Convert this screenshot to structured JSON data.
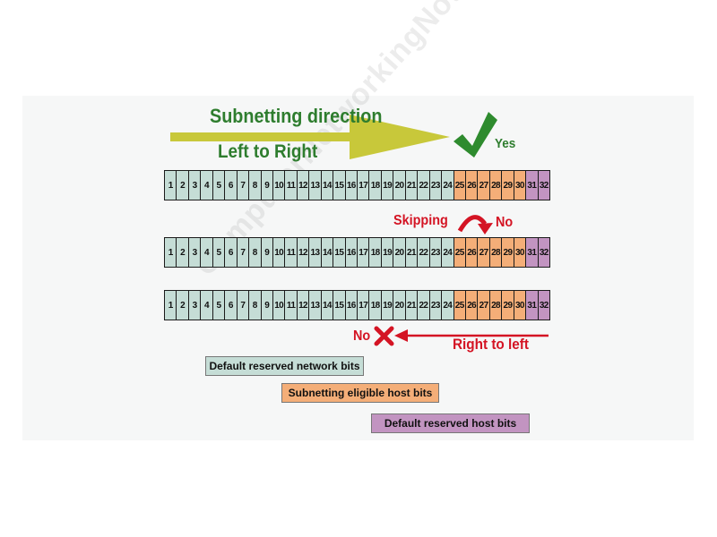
{
  "title": "Subnetting direction",
  "direction": "Left to Right",
  "yes_label": "Yes",
  "skipping_label": "Skipping",
  "no_label_skip": "No",
  "no_label_rtl": "No",
  "rtl_label": "Right to left",
  "watermark": "ComputerNetworkingNotes.com",
  "bits": [
    "1",
    "2",
    "3",
    "4",
    "5",
    "6",
    "7",
    "8",
    "9",
    "10",
    "11",
    "12",
    "13",
    "14",
    "15",
    "16",
    "17",
    "18",
    "19",
    "20",
    "21",
    "22",
    "23",
    "24",
    "25",
    "26",
    "27",
    "28",
    "29",
    "30",
    "31",
    "32"
  ],
  "legend": {
    "network": "Default reserved network bits",
    "eligible": "Subnetting eligible host bits",
    "host": "Default reserved host bits"
  },
  "colors": {
    "network": "#c5ddd6",
    "eligible": "#f4ae78",
    "host": "#c294c1",
    "arrow": "#c8c83a",
    "green": "#2e8b2e",
    "red": "#d41424"
  }
}
